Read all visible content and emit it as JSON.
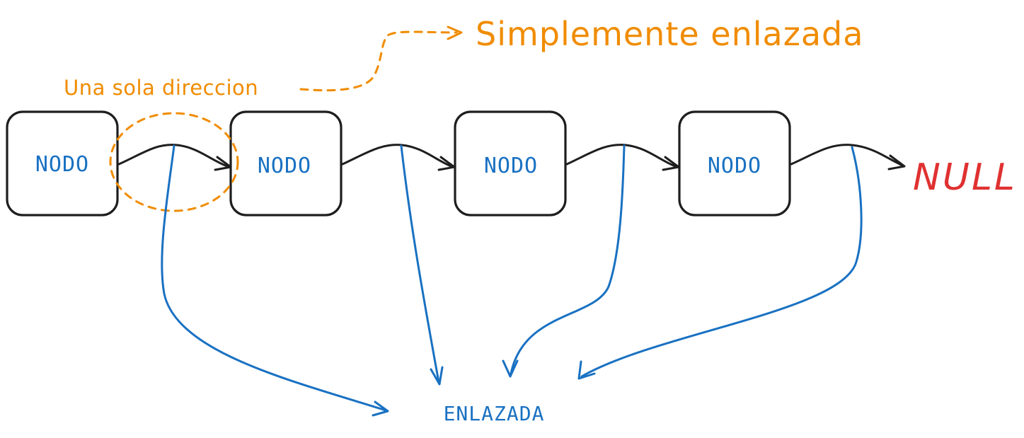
{
  "title": "Simplemente enlazada",
  "annotation": "Una sola direccion",
  "nodes": [
    {
      "label": "NODO"
    },
    {
      "label": "NODO"
    },
    {
      "label": "NODO"
    },
    {
      "label": "NODO"
    }
  ],
  "terminal": "NULL",
  "link_label": "ENLAZADA",
  "colors": {
    "stroke": "#1e1e1e",
    "node_text": "#1971c2",
    "accent": "#f08c00",
    "null": "#e03131"
  }
}
